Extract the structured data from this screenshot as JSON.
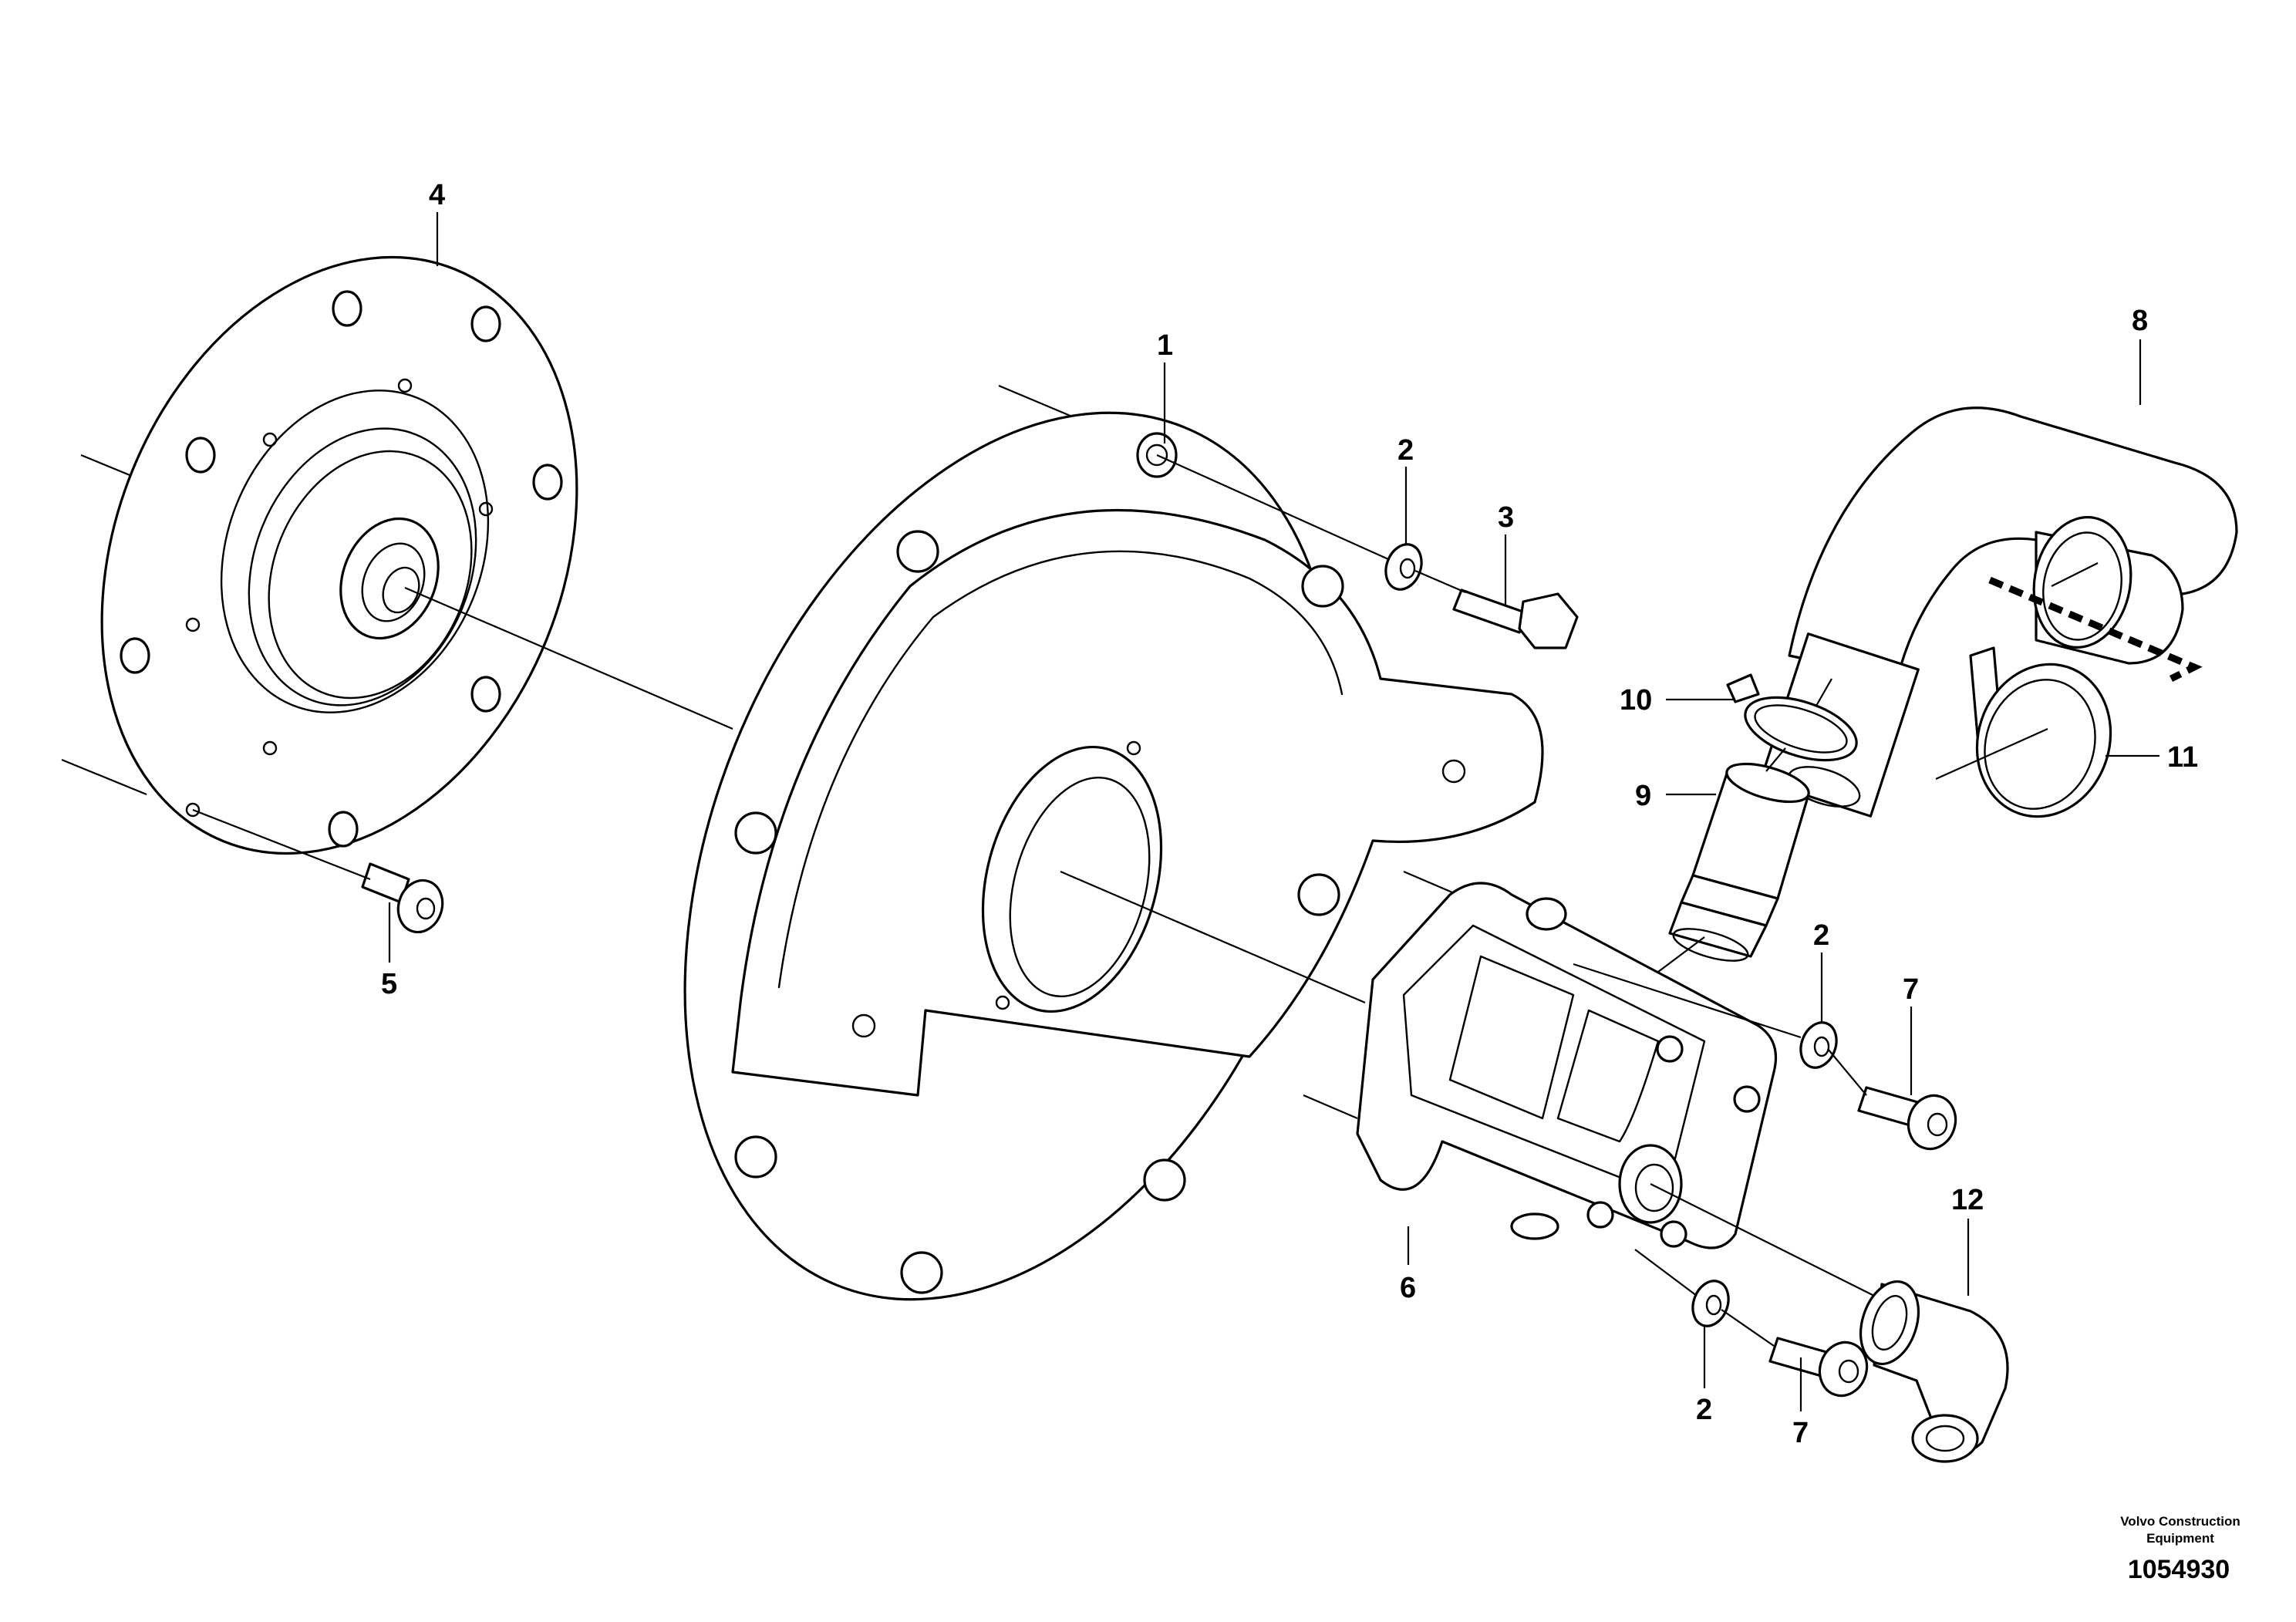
{
  "callouts": {
    "c1": "1",
    "c2a": "2",
    "c2b": "2",
    "c2c": "2",
    "c3": "3",
    "c4": "4",
    "c5": "5",
    "c6": "6",
    "c7a": "7",
    "c7b": "7",
    "c8": "8",
    "c9": "9",
    "c10": "10",
    "c11": "11",
    "c12": "12"
  },
  "credit": {
    "line1": "Volvo Construction",
    "line2": "Equipment",
    "number": "1054930"
  }
}
